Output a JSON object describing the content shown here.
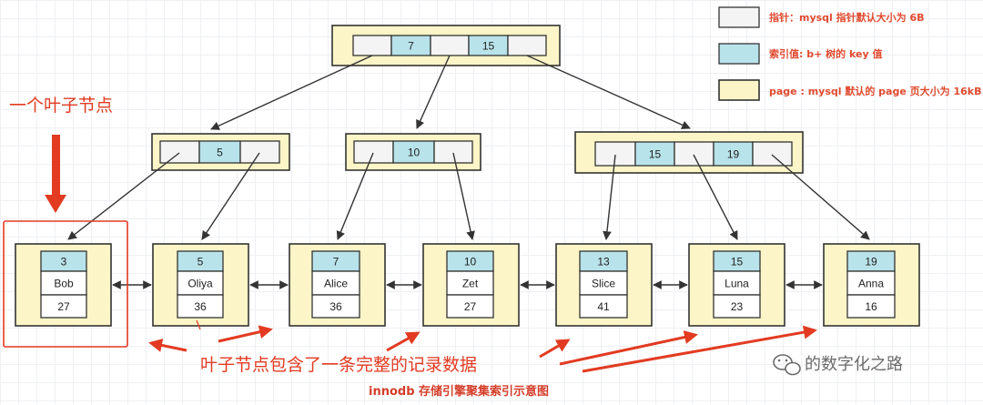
{
  "legend": [
    {
      "text": "指针：mysql 指针默认大小为 6B",
      "swatch": "pointer"
    },
    {
      "text": "索引值: b+ 树的 key 值",
      "swatch": "key"
    },
    {
      "text": "page : mysql 默认的 page 页大小为 16kB",
      "swatch": "page"
    }
  ],
  "root": {
    "keys": [
      "7",
      "15"
    ]
  },
  "internal": [
    {
      "keys": [
        "5"
      ]
    },
    {
      "keys": [
        "10"
      ]
    },
    {
      "keys": [
        "15",
        "19"
      ]
    }
  ],
  "leaves": [
    {
      "key": "3",
      "name": "Bob",
      "age": "27"
    },
    {
      "key": "5",
      "name": "Oliya",
      "age": "36"
    },
    {
      "key": "7",
      "name": "Alice",
      "age": "36"
    },
    {
      "key": "10",
      "name": "Zet",
      "age": "27"
    },
    {
      "key": "13",
      "name": "Slice",
      "age": "41"
    },
    {
      "key": "15",
      "name": "Luna",
      "age": "23"
    },
    {
      "key": "19",
      "name": "Anna",
      "age": "16"
    }
  ],
  "annotations": {
    "leaf_node": "一个叶子节点",
    "leaf_contains": "叶子节点包含了一条完整的记录数据",
    "caption": "innodb 存储引擎聚集索引示意图",
    "watermark": "的数字化之路"
  },
  "colors": {
    "page": "#fcf5c7",
    "key": "#b8e3ea",
    "pointer": "#f4f4f4",
    "annotation": "#e23b21"
  },
  "icons": {
    "watermark": "wechat-icon"
  }
}
